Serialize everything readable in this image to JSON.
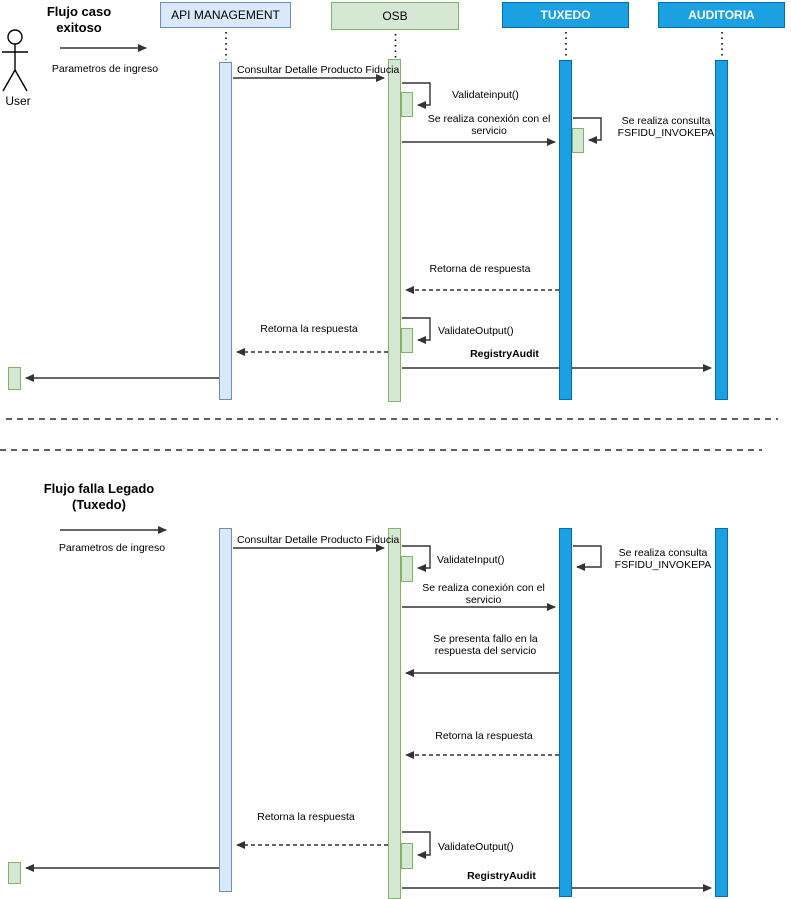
{
  "diagram": {
    "user_label": "User",
    "lifelines": [
      {
        "id": "api",
        "label": "API MANAGEMENT",
        "style": "light-blue"
      },
      {
        "id": "osb",
        "label": "OSB",
        "style": "green"
      },
      {
        "id": "tuxedo",
        "label": "TUXEDO",
        "style": "blue"
      },
      {
        "id": "auditoria",
        "label": "AUDITORIA",
        "style": "blue"
      }
    ],
    "flow1": {
      "title": "Flujo caso exitoso",
      "params": "Parametros de ingreso",
      "msg_consultar": "Consultar Detalle Producto Fiducia",
      "msg_validate_input": "Validateinput()",
      "msg_conexion": "Se realiza conexión con el servicio",
      "msg_consulta": "Se realiza consulta FSFIDU_INVOKEPA",
      "msg_retorna_de": "Retorna de respuesta",
      "msg_validate_output": "ValidateOutput()",
      "msg_retorna_la": "Retorna la respuesta",
      "msg_registry": "RegistryAudit"
    },
    "flow2": {
      "title": "Flujo falla Legado (Tuxedo)",
      "params": "Parametros de ingreso",
      "msg_consultar": "Consultar Detalle Producto Fiducia",
      "msg_validate_input": "ValidateInput()",
      "msg_consulta": "Se realiza consulta FSFIDU_INVOKEPA",
      "msg_conexion": "Se realiza conexión con el servicio",
      "msg_fallo": "Se presenta fallo en la respuesta del servicio",
      "msg_retorna_tux": "Retorna la respuesta",
      "msg_retorna_api": "Retorna la respuesta",
      "msg_validate_output": "ValidateOutput()",
      "msg_registry": "RegistryAudit"
    },
    "colors": {
      "light_blue": "#dae8fc",
      "light_blue_border": "#6c8ebf",
      "green": "#d5e8d4",
      "green_border": "#82b366",
      "blue": "#1ba1e2",
      "blue_border": "#006eaf"
    }
  }
}
